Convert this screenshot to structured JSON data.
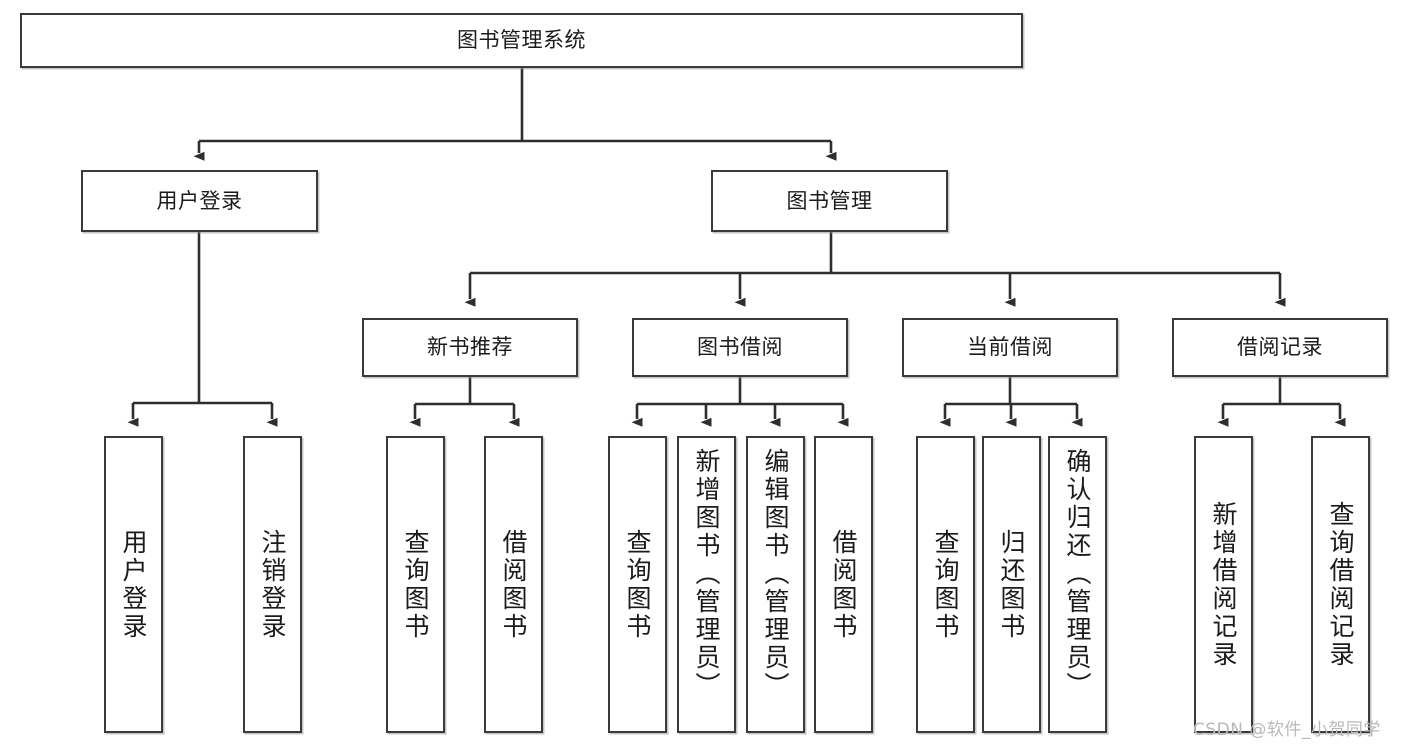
{
  "diagram": {
    "type": "tree",
    "title": "图书管理系统",
    "watermark": "CSDN @软件_小贺同学",
    "colors": {
      "node_border": "#3a3a3a",
      "node_fill": "#ffffff",
      "edge": "#2e2e2e",
      "watermark": "#b9b9b9",
      "background": "#ffffff"
    },
    "levels": {
      "root": [
        "图书管理系统"
      ],
      "level2": [
        "用户登录",
        "图书管理"
      ],
      "level3": [
        "新书推荐",
        "图书借阅",
        "当前借阅",
        "借阅记录"
      ],
      "leaves": [
        "用户登录",
        "注销登录",
        "查询图书",
        "借阅图书",
        "查询图书",
        "新增图书（管理员）",
        "编辑图书（管理员）",
        "借阅图书",
        "查询图书",
        "归还图书",
        "确认归还（管理员）",
        "新增借阅记录",
        "查询借阅记录"
      ]
    },
    "nodes": {
      "root": {
        "label": "图书管理系统"
      },
      "user_login": {
        "label": "用户登录"
      },
      "book_mgmt": {
        "label": "图书管理"
      },
      "new_book_rec": {
        "label": "新书推荐"
      },
      "book_borrow": {
        "label": "图书借阅"
      },
      "current_borrow": {
        "label": "当前借阅"
      },
      "borrow_record": {
        "label": "借阅记录"
      },
      "leaf_user_login": {
        "label": "用户登录"
      },
      "leaf_logout": {
        "label": "注销登录"
      },
      "leaf_query_book_a": {
        "label": "查询图书"
      },
      "leaf_borrow_book_a": {
        "label": "借阅图书"
      },
      "leaf_query_book_b": {
        "label": "查询图书"
      },
      "leaf_add_book_admin": {
        "label": "新增图书（管理员）"
      },
      "leaf_edit_book_admin": {
        "label": "编辑图书（管理员）"
      },
      "leaf_borrow_book_b": {
        "label": "借阅图书"
      },
      "leaf_query_book_c": {
        "label": "查询图书"
      },
      "leaf_return_book": {
        "label": "归还图书"
      },
      "leaf_confirm_return_admin": {
        "label": "确认归还（管理员）"
      },
      "leaf_add_borrow_record": {
        "label": "新增借阅记录"
      },
      "leaf_query_borrow_record": {
        "label": "查询借阅记录"
      }
    },
    "edges": [
      {
        "from": "root",
        "to": "user_login"
      },
      {
        "from": "root",
        "to": "book_mgmt"
      },
      {
        "from": "user_login",
        "to": "leaf_user_login"
      },
      {
        "from": "user_login",
        "to": "leaf_logout"
      },
      {
        "from": "book_mgmt",
        "to": "new_book_rec"
      },
      {
        "from": "book_mgmt",
        "to": "book_borrow"
      },
      {
        "from": "book_mgmt",
        "to": "current_borrow"
      },
      {
        "from": "book_mgmt",
        "to": "borrow_record"
      },
      {
        "from": "new_book_rec",
        "to": "leaf_query_book_a"
      },
      {
        "from": "new_book_rec",
        "to": "leaf_borrow_book_a"
      },
      {
        "from": "book_borrow",
        "to": "leaf_query_book_b"
      },
      {
        "from": "book_borrow",
        "to": "leaf_add_book_admin"
      },
      {
        "from": "book_borrow",
        "to": "leaf_edit_book_admin"
      },
      {
        "from": "book_borrow",
        "to": "leaf_borrow_book_b"
      },
      {
        "from": "current_borrow",
        "to": "leaf_query_book_c"
      },
      {
        "from": "current_borrow",
        "to": "leaf_return_book"
      },
      {
        "from": "current_borrow",
        "to": "leaf_confirm_return_admin"
      },
      {
        "from": "borrow_record",
        "to": "leaf_add_borrow_record"
      },
      {
        "from": "borrow_record",
        "to": "leaf_query_borrow_record"
      }
    ]
  }
}
